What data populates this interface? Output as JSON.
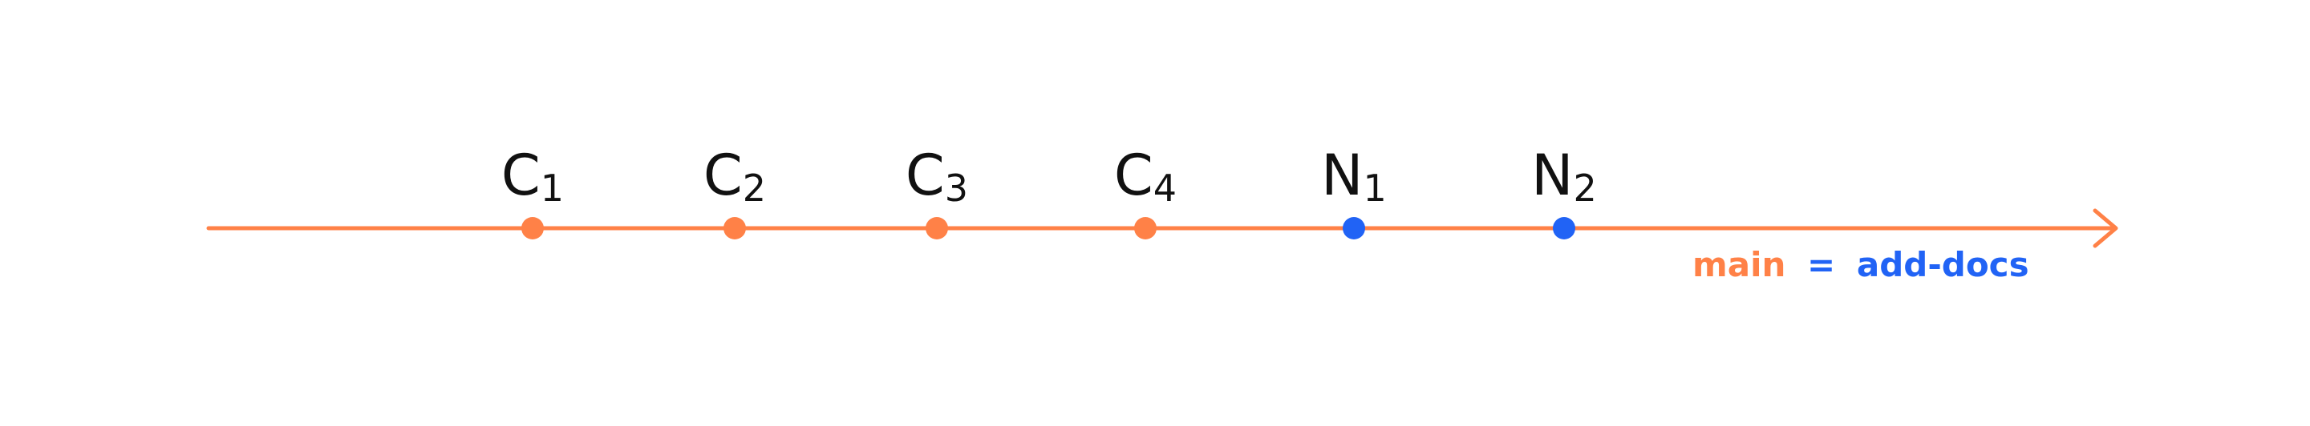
{
  "colors": {
    "timeline": "#FF8147",
    "main_commit": "#FF8147",
    "new_commit": "#2163F5",
    "label": "#111111",
    "background": "#FFFFFF"
  },
  "commits": [
    {
      "base": "C",
      "sub": "1",
      "branch": "main"
    },
    {
      "base": "C",
      "sub": "2",
      "branch": "main"
    },
    {
      "base": "C",
      "sub": "3",
      "branch": "main"
    },
    {
      "base": "C",
      "sub": "4",
      "branch": "main"
    },
    {
      "base": "N",
      "sub": "1",
      "branch": "new"
    },
    {
      "base": "N",
      "sub": "2",
      "branch": "new"
    }
  ],
  "branch_label": {
    "main": "main",
    "equals": "=",
    "other": "add-docs"
  }
}
